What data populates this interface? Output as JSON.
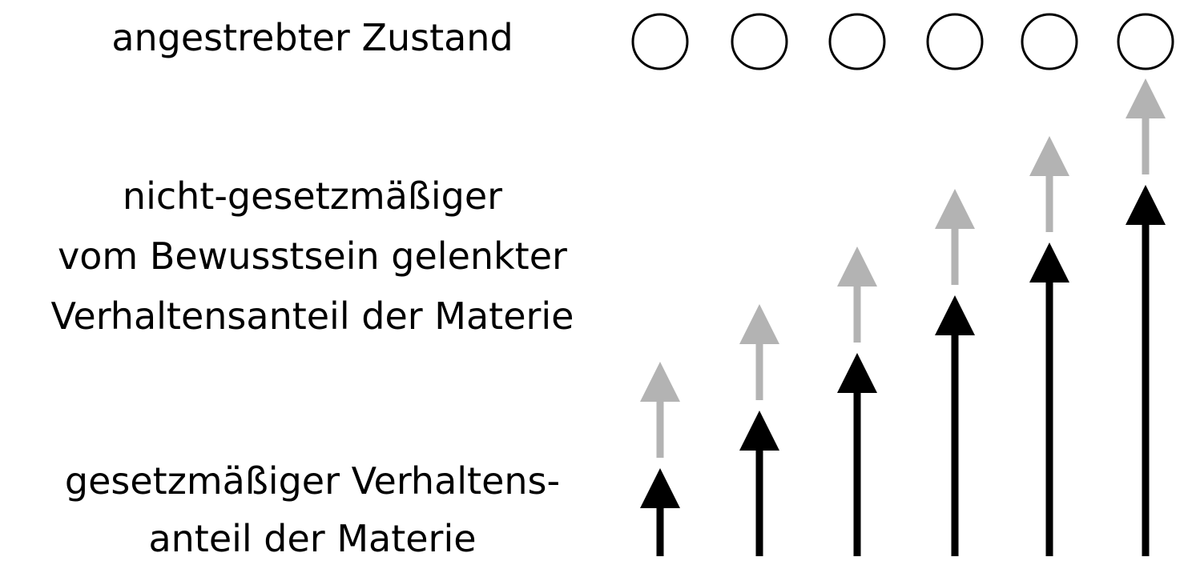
{
  "labels": {
    "target_state": "angestrebter Zustand",
    "non_lawful": [
      "nicht-gesetzmäßiger",
      "vom Bewusstsein gelenkter",
      "Verhaltensanteil der Materie"
    ],
    "lawful": [
      "gesetzmäßiger Verhaltens-",
      "anteil der Materie"
    ]
  },
  "colors": {
    "lawful_arrow": "#000000",
    "non_lawful_arrow": "#b3b3b3",
    "circle": "#000000"
  },
  "columns": [
    {
      "step": 1,
      "lawful_level": 1
    },
    {
      "step": 2,
      "lawful_level": 2
    },
    {
      "step": 3,
      "lawful_level": 3
    },
    {
      "step": 4,
      "lawful_level": 4
    },
    {
      "step": 5,
      "lawful_level": 5
    },
    {
      "step": 6,
      "lawful_level": 6
    }
  ]
}
